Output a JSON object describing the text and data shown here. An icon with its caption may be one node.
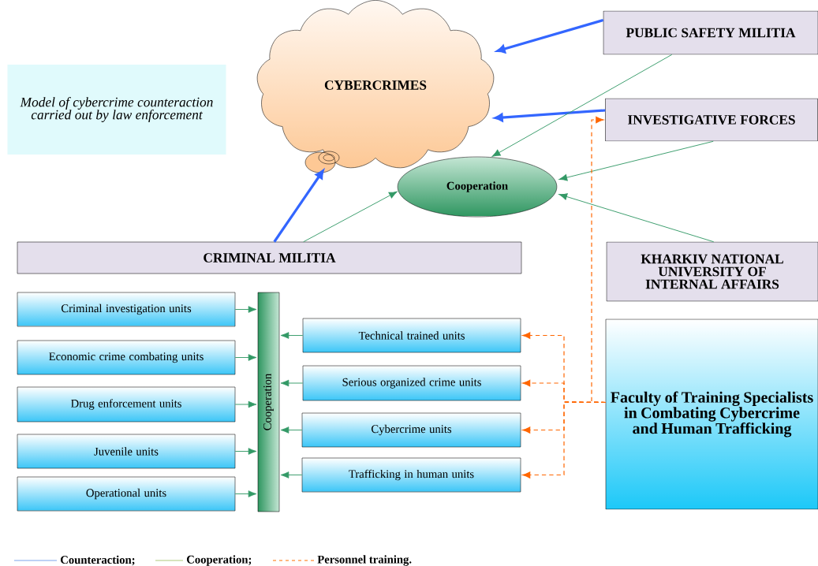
{
  "diagram": {
    "nodes": [
      {
        "text": [
          "Model of cybercrime counteraction carried out by law enforcement"
        ]
      },
      {
        "text": [
          "CYBERCRIMES"
        ]
      },
      {
        "text": [
          "PUBLIC SAFETY MILITIA"
        ]
      },
      {
        "text": [
          "INVESTIGATIVE FORCES"
        ]
      },
      {
        "text": [
          "Cooperation"
        ]
      },
      {
        "text": [
          "CRIMINAL MILITIA"
        ]
      },
      {
        "text": [
          "KHARKIV NATIONAL UNIVERSITY OF INTERNAL AFFAIRS"
        ]
      },
      {
        "text": [
          "Criminal investigation units"
        ]
      },
      {
        "text": [
          "Economic crime combating units"
        ]
      },
      {
        "text": [
          "Drug enforcement units"
        ]
      },
      {
        "text": [
          "Juvenile units"
        ]
      },
      {
        "text": [
          "Operational units"
        ]
      },
      {
        "text": [
          "Cooperation"
        ]
      },
      {
        "text": [
          "Technical trained units"
        ]
      },
      {
        "text": [
          "Serious organized crime units"
        ]
      },
      {
        "text": [
          "Cybercrime units"
        ]
      },
      {
        "text": [
          "Trafficking in human units"
        ]
      },
      {
        "text": [
          "Faculty of Training Specialists in Combating Cybercrime and Human Trafficking"
        ]
      }
    ],
    "edges": [
      {
        "from": 2,
        "to": 1,
        "arrow": "to",
        "style": "thick",
        "color": "#3366ff"
      },
      {
        "from": 3,
        "to": 1,
        "arrow": "to",
        "style": "thick",
        "color": "#3366ff"
      },
      {
        "from": 5,
        "to": 1,
        "arrow": "to",
        "style": "thick",
        "color": "#3366ff"
      },
      {
        "from": 2,
        "to": 4,
        "arrow": "to"
      },
      {
        "from": 3,
        "to": 4,
        "arrow": "to"
      },
      {
        "from": 6,
        "to": 4,
        "arrow": "to"
      },
      {
        "from": 5,
        "to": 4,
        "arrow": "to"
      },
      {
        "from": 7,
        "to": 12,
        "arrow": "to"
      },
      {
        "from": 8,
        "to": 12,
        "arrow": "to"
      },
      {
        "from": 9,
        "to": 12,
        "arrow": "to"
      },
      {
        "from": 10,
        "to": 12,
        "arrow": "to"
      },
      {
        "from": 11,
        "to": 12,
        "arrow": "to"
      },
      {
        "from": 13,
        "to": 12,
        "arrow": "to"
      },
      {
        "from": 14,
        "to": 12,
        "arrow": "to"
      },
      {
        "from": 15,
        "to": 12,
        "arrow": "to"
      },
      {
        "from": 16,
        "to": 12,
        "arrow": "to"
      },
      {
        "from": 17,
        "to": 3,
        "arrow": "to",
        "style": "dashed",
        "color": "#ff6600"
      },
      {
        "from": 17,
        "to": 13,
        "arrow": "to",
        "style": "dashed",
        "color": "#ff6600"
      },
      {
        "from": 17,
        "to": 14,
        "arrow": "to",
        "style": "dashed",
        "color": "#ff6600"
      },
      {
        "from": 17,
        "to": 15,
        "arrow": "to",
        "style": "dashed",
        "color": "#ff6600"
      },
      {
        "from": 17,
        "to": 16,
        "arrow": "to",
        "style": "dashed",
        "color": "#ff6600"
      }
    ],
    "legend": [
      {
        "text": "Counteraction;"
      },
      {
        "text": "Cooperation;"
      },
      {
        "text": "Personnel training."
      }
    ]
  }
}
